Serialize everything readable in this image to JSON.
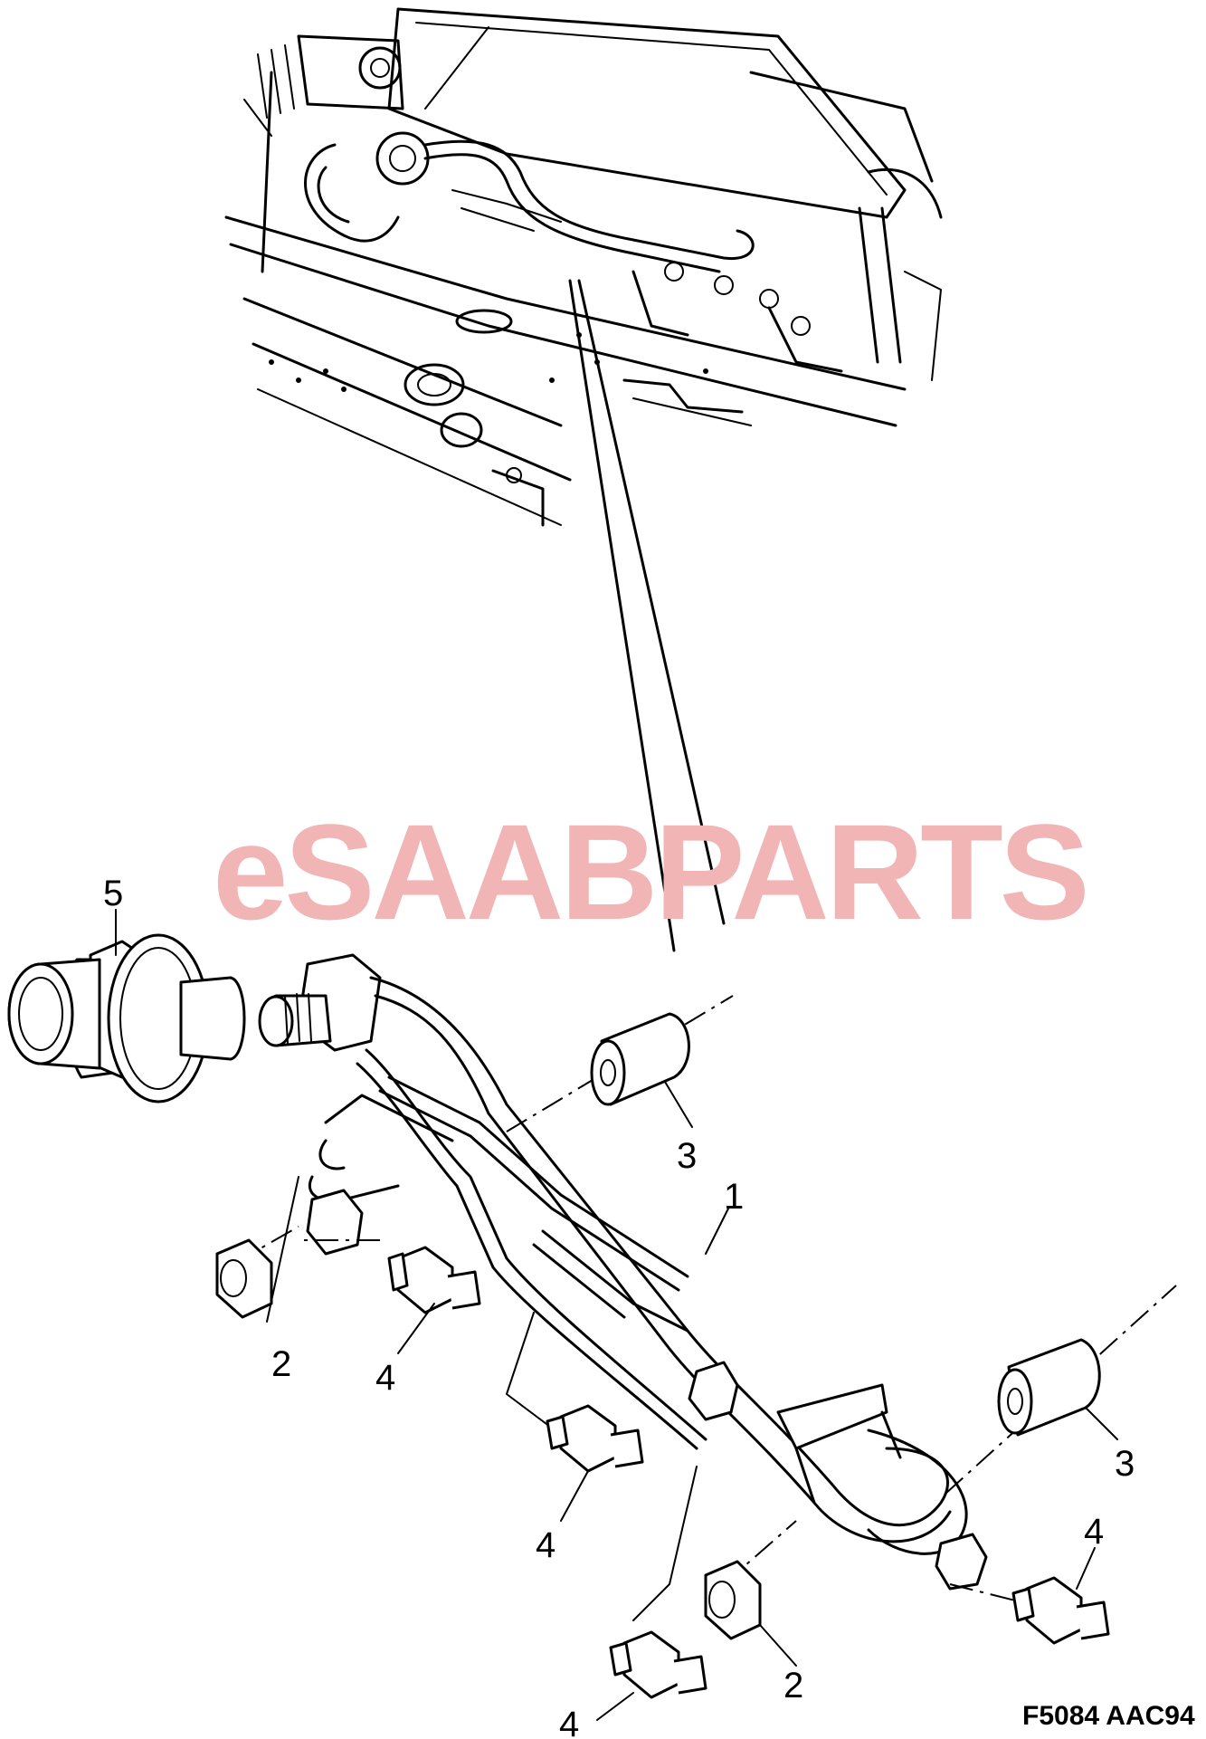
{
  "watermark": {
    "prefix": "e",
    "brand": "SAAB",
    "suffix": "PARTS",
    "color": "#f2b5b5"
  },
  "callouts": {
    "c1": "1",
    "c2a": "2",
    "c2b": "2",
    "c3a": "3",
    "c3b": "3",
    "c4a": "4",
    "c4b": "4",
    "c4c": "4",
    "c4d": "4",
    "c5": "5"
  },
  "figure_code": "F5084 AAC94",
  "colors": {
    "line": "#000000",
    "background": "#ffffff"
  }
}
